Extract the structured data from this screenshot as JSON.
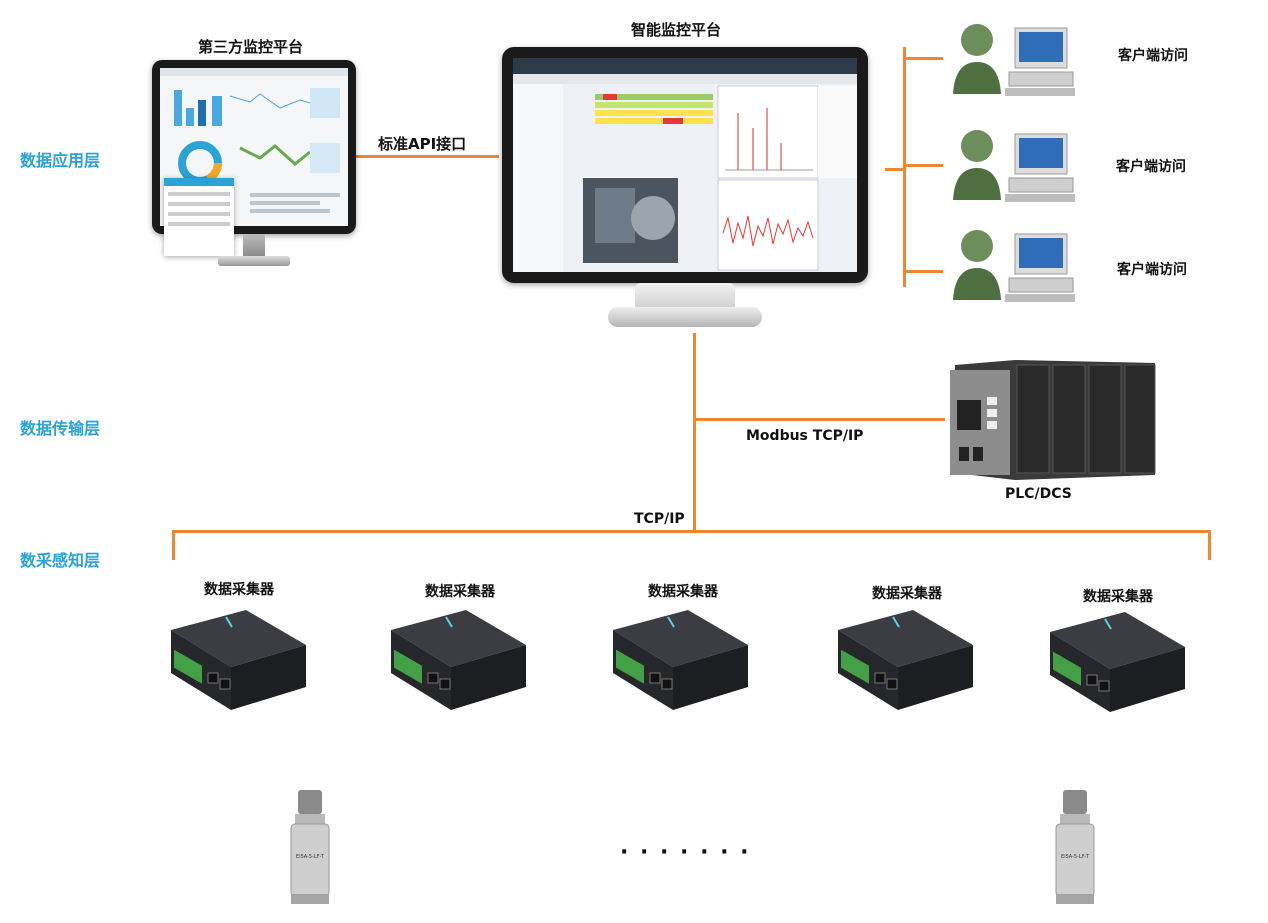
{
  "layers": {
    "application": "数据应用层",
    "transmission": "数据传输层",
    "sensing": "数采感知层"
  },
  "third_party": {
    "title": "第三方监控平台"
  },
  "api_label": "标准API接口",
  "platform": {
    "title": "智能监控平台"
  },
  "clients": [
    {
      "label": "客户端访问"
    },
    {
      "label": "客户端访问"
    },
    {
      "label": "客户端访问"
    }
  ],
  "modbus_label": "Modbus TCP/IP",
  "plc_label": "PLC/DCS",
  "tcpip_label": "TCP/IP",
  "collectors": [
    {
      "label": "数据采集器"
    },
    {
      "label": "数据采集器"
    },
    {
      "label": "数据采集器"
    },
    {
      "label": "数据采集器"
    },
    {
      "label": "数据采集器"
    }
  ],
  "sensor_text": "Ei5A-5-LF-T",
  "ellipsis": "· · · · · · ·",
  "colors": {
    "accent_line": "#f0862f",
    "layer_text": "#2aa3d8"
  }
}
